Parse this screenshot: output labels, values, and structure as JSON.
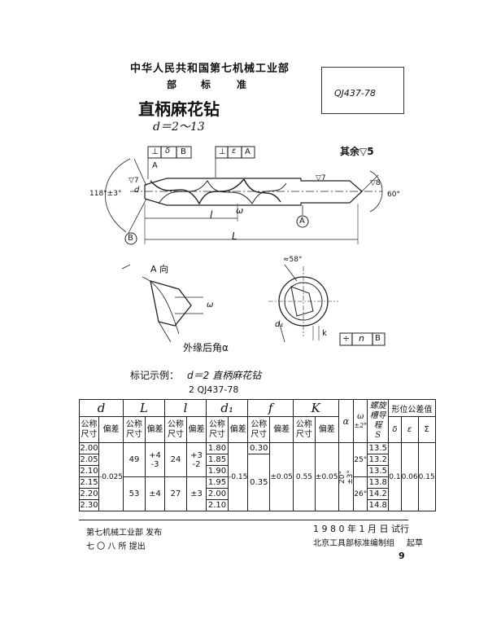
{
  "header": {
    "org": "中华人民共和国第七机械工业部",
    "std": [
      "部",
      "标",
      "准"
    ],
    "code": "QJ437-78",
    "title": "直柄麻花钻",
    "subtitle": "d＝2～13"
  },
  "drawing": {
    "surface": "其余▽5",
    "tol_sym1": "⊥",
    "tol_delta": "δ",
    "tol_ref_b": "B",
    "tol_sym2": "⊥",
    "tol_eps": "ε",
    "tol_ref_a": "A",
    "label_a": "A",
    "label_b": "B",
    "label_a_circle": "A",
    "angle_118": "118°±3°",
    "angle_60": "60°",
    "dim_l": "l",
    "dim_L": "L",
    "dim_omega": "ω",
    "dim_d": "d",
    "rough1": "▽7",
    "rough2": "▽7",
    "rough3": "▽8",
    "view_a": "A 向",
    "outer_angle": "外缘后角α",
    "view_omega": "ω",
    "section_width": "≈58°",
    "section_d1": "d₁",
    "section_k": "k",
    "pos_sym": "÷",
    "pos_n": "n",
    "pos_ref": "B"
  },
  "example": {
    "label": "标记示例：",
    "formula": "d＝2  直柄麻花钻",
    "code": "2   QJ437-78"
  },
  "table": {
    "headers": [
      "d",
      "L",
      "l",
      "d₁",
      "f",
      "K",
      "α",
      "ω",
      "螺旋槽导程",
      "形位公差值"
    ],
    "h2": [
      "公称尺寸",
      "偏差",
      "公称尺寸",
      "偏差",
      "公称尺寸",
      "偏差",
      "公称尺寸",
      "偏差",
      "公称尺寸",
      "偏差",
      "公称尺寸",
      "偏差"
    ],
    "s_label": "S",
    "tol_syms": [
      "δ",
      "ε",
      "Σ"
    ],
    "alpha_val": "20°±3°",
    "omega_a": "±2°",
    "omega_b": "25°",
    "omega_c": "26°",
    "d": [
      "2.00",
      "2.05",
      "2.10",
      "2.15",
      "2.20",
      "2.30"
    ],
    "d_dev": "-0.025",
    "L": [
      "49",
      "53"
    ],
    "L_dev": [
      "+4\n-3",
      "±4"
    ],
    "l": [
      "24",
      "27"
    ],
    "l_dev": [
      "+3\n-2",
      "±3"
    ],
    "d1": [
      "1.80",
      "1.85",
      "1.90",
      "1.95",
      "2.00",
      "2.10"
    ],
    "d1_dev": "-0.15",
    "f": [
      "0.30",
      "0.35"
    ],
    "f_dev": "±0.05",
    "k": "0.55",
    "k_dev": "±0.05",
    "s": [
      "13.5",
      "13.2",
      "13.5",
      "13.8",
      "14.2",
      "14.8"
    ],
    "tol_vals": [
      "0.1",
      "0.06",
      "0.15"
    ]
  },
  "footer": {
    "issuer": "第七机械工业部  发布",
    "proposer": "七 〇 八 所  提出",
    "date": "1 9 8 0 年 1 月  日 试行",
    "drafter": "北京工具部标准编制组",
    "draft": "起草",
    "page": "9"
  }
}
